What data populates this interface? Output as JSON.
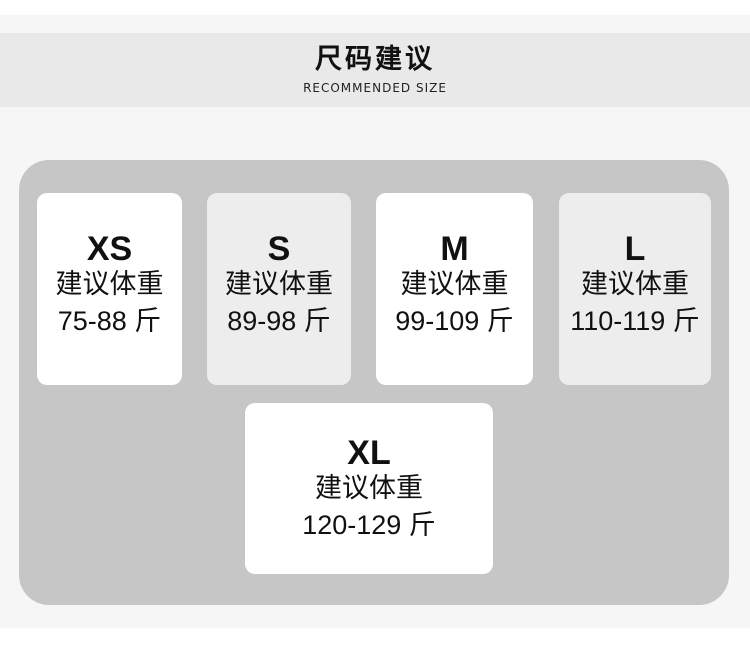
{
  "header": {
    "title": "尺码建议",
    "subtitle": "RECOMMENDED SIZE"
  },
  "sizes": [
    {
      "size": "XS",
      "label": "建议体重",
      "range": "75-88 斤"
    },
    {
      "size": "S",
      "label": "建议体重",
      "range": "89-98 斤"
    },
    {
      "size": "M",
      "label": "建议体重",
      "range": "99-109 斤"
    },
    {
      "size": "L",
      "label": "建议体重",
      "range": "110-119 斤"
    },
    {
      "size": "XL",
      "label": "建议体重",
      "range": "120-129 斤"
    }
  ]
}
